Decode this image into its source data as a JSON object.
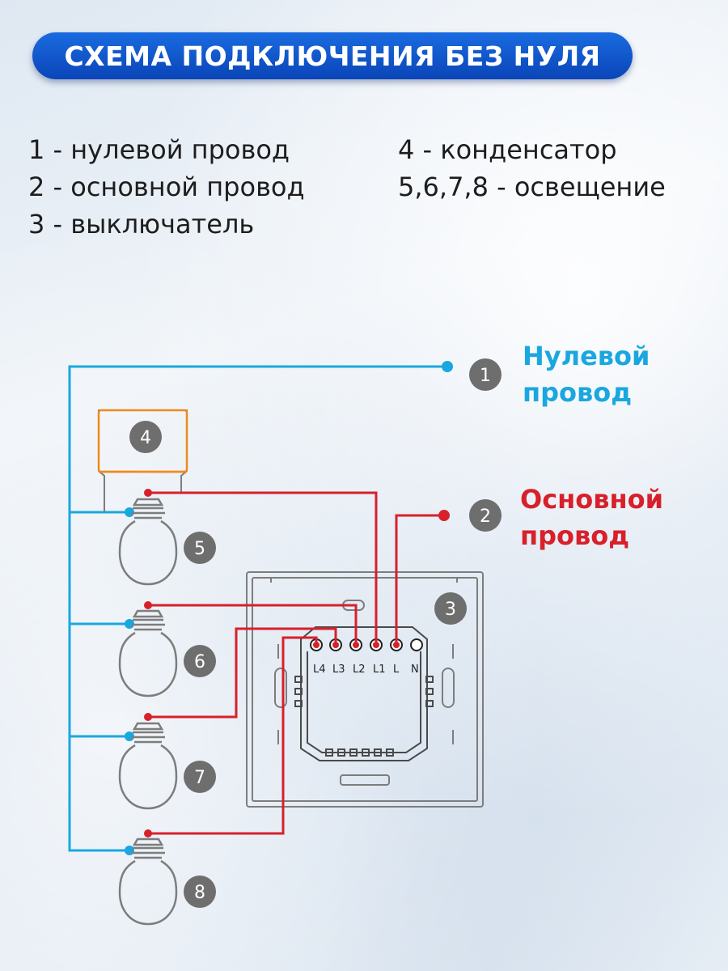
{
  "title": "СХЕМА ПОДКЛЮЧЕНИЯ БЕЗ НУЛЯ",
  "legend": {
    "left": [
      "1 - нулевой провод",
      "2 - основной провод",
      "3 - выключатель"
    ],
    "right": [
      "4 - конденсатор",
      "5,6,7,8 - освещение"
    ]
  },
  "labels": {
    "neutral_line1": "Нулевой",
    "neutral_line2": "провод",
    "phase_line1": "Основной",
    "phase_line2": "провод"
  },
  "markers": {
    "n1": "1",
    "n2": "2",
    "n3": "3",
    "n4": "4",
    "n5": "5",
    "n6": "6",
    "n7": "7",
    "n8": "8"
  },
  "terminals": {
    "l4": "L4",
    "l3": "L3",
    "l2": "L2",
    "l1": "L1",
    "l": "L",
    "n": "N"
  },
  "colors": {
    "neutral_wire": "#1aa7df",
    "phase_wire": "#d8202a",
    "capacitor": "#f08a1c",
    "outline": "#7d7d7d",
    "marker_fill": "#6e6e6e",
    "title_bg": "#0e55c8"
  }
}
